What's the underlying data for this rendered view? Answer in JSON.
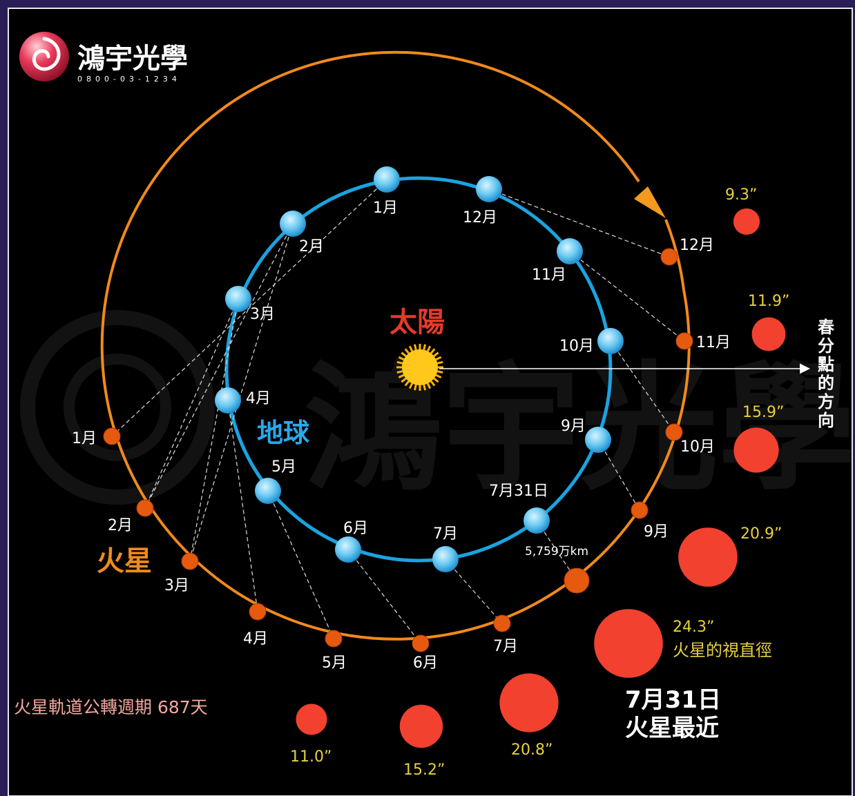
{
  "brand": {
    "name": "鴻宇光學",
    "phone": "0800-03-1234",
    "watermark": "鴻宇光學"
  },
  "sun": {
    "label": "太陽"
  },
  "earth": {
    "label": "地球"
  },
  "mars": {
    "label": "火星"
  },
  "vernal_equinox": {
    "chars": [
      "春",
      "分",
      "點",
      "的",
      "方",
      "向"
    ]
  },
  "earth_months": [
    "1月",
    "12月",
    "2月",
    "11月",
    "3月",
    "10月",
    "4月",
    "9月",
    "5月",
    "7月31日",
    "6月",
    "7月"
  ],
  "mars_months": [
    "12月",
    "11月",
    "10月",
    "9月",
    "1月",
    "2月",
    "3月",
    "4月",
    "5月",
    "6月",
    "7月"
  ],
  "closest": {
    "date": "7月31日",
    "distance": "5,759万km",
    "title_line1": "7月31日",
    "title_line2": "火星最近"
  },
  "period_note": "火星軌道公轉週期 687天",
  "diameters": [
    {
      "value": "9.3”",
      "arcsec": 9.3
    },
    {
      "value": "11.9”",
      "arcsec": 11.9
    },
    {
      "value": "15.9”",
      "arcsec": 15.9
    },
    {
      "value": "20.9”",
      "arcsec": 20.9
    },
    {
      "value": "24.3”",
      "arcsec": 24.3,
      "caption": "火星的視直徑"
    },
    {
      "value": "20.8”",
      "arcsec": 20.8
    },
    {
      "value": "15.2”",
      "arcsec": 15.2
    },
    {
      "value": "11.0”",
      "arcsec": 11.0
    }
  ],
  "colors": {
    "background": "#000000",
    "earth_orbit": "#1aa3e0",
    "mars_orbit": "#f08a1c",
    "mars_dot": "#e65a10",
    "sun_label": "#e53a2a",
    "earth_label": "#2aa8ea",
    "mars_label": "#f08a1c",
    "diameter_disc": "#f2412f",
    "diameter_text": "#e8d23a",
    "period_text": "#f4a8a0"
  }
}
